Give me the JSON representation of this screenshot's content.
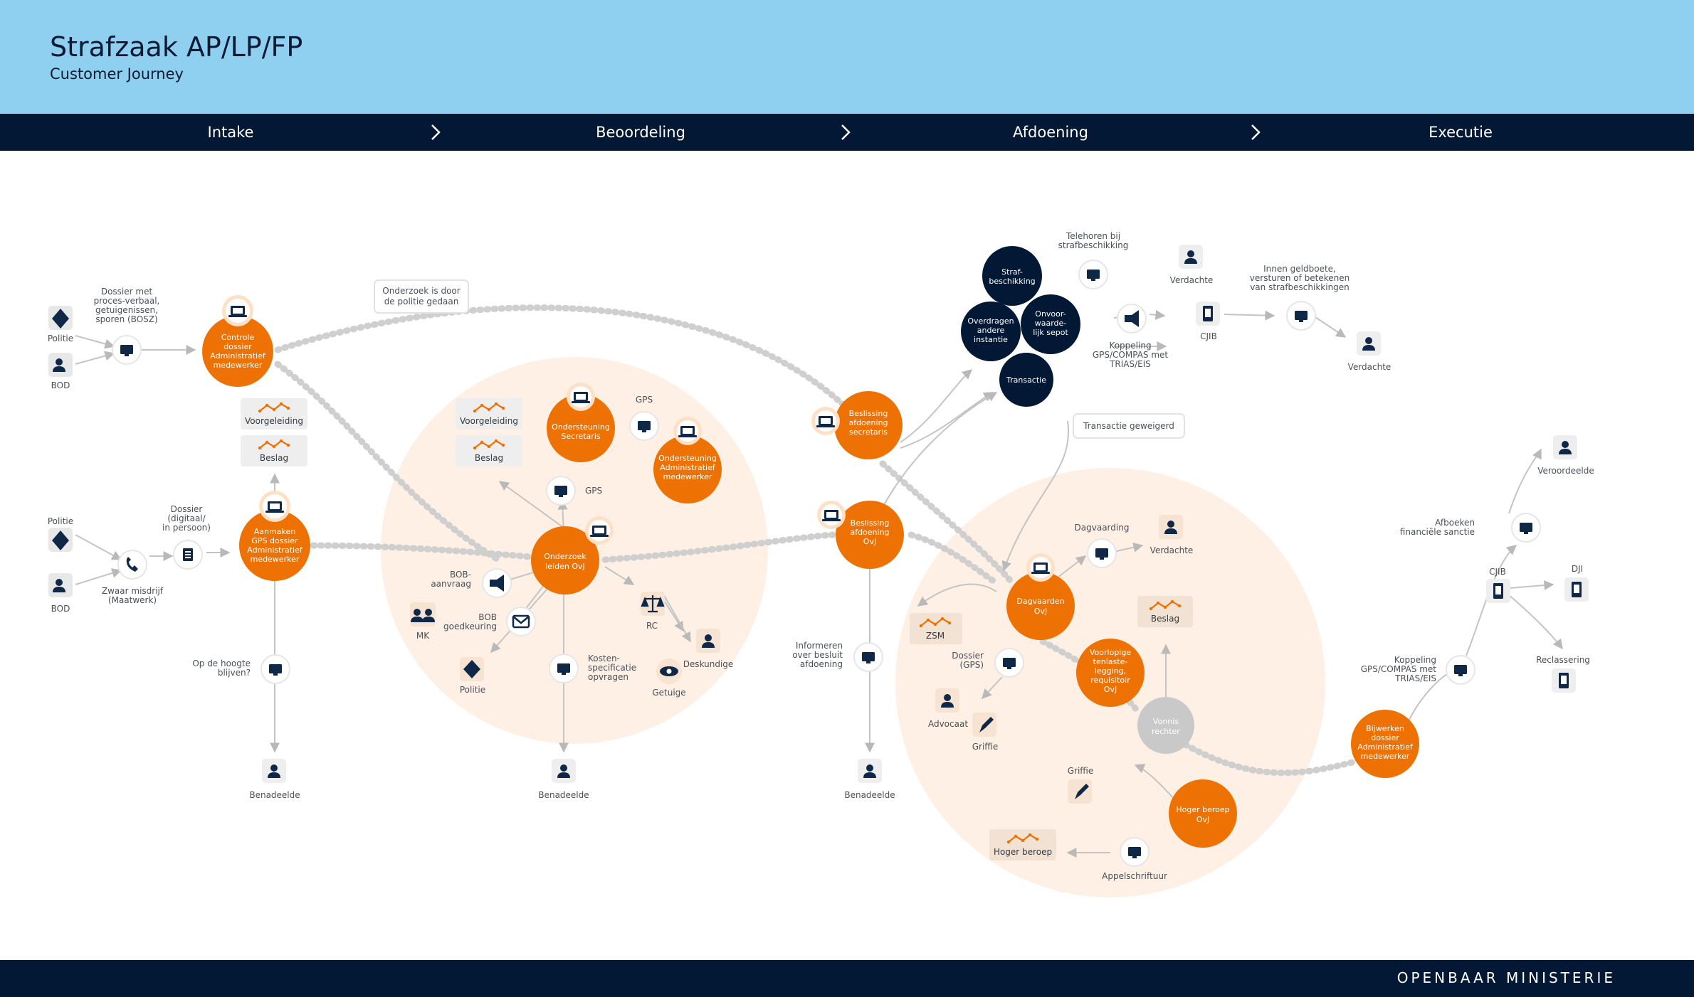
{
  "header": {
    "title": "Strafzaak AP/LP/FP",
    "subtitle": "Customer Journey"
  },
  "phases": [
    "Intake",
    "Beoordeling",
    "Afdoening",
    "Executie"
  ],
  "footer": {
    "brand": "OPENBAAR MINISTERIE"
  },
  "colors": {
    "orange": "#ee7203",
    "navy": "#031834",
    "sky": "#8fd0f1",
    "peach": "#fef0e4",
    "gray": "#c9c9c9"
  },
  "diagram": {
    "left": {
      "politie_1": "Politie",
      "bod_1": "BOD",
      "dossier_note": [
        "Dossier met",
        "proces-verbaal,",
        "getuigenissen,",
        "sporen (BOSZ)"
      ],
      "controle": [
        "Controle",
        "dossier",
        "Administratief",
        "medewerker"
      ],
      "voorgeleiding": "Voorgeleiding",
      "beslag": "Beslag",
      "politie_2": "Politie",
      "bod_2": "BOD",
      "zwaar": [
        "Zwaar misdrijf",
        "(Maatwerk)"
      ],
      "dossier_digitaal": [
        "Dossier",
        "(digitaal/",
        "in persoon)"
      ],
      "aanmaken": [
        "Aanmaken",
        "GPS dossier",
        "Administratief",
        "medewerker"
      ],
      "hoogte": [
        "Op de hoogte",
        "blijven?"
      ],
      "benadeelde": "Benadeelde"
    },
    "middle": {
      "callout": [
        "Onderzoek is door",
        "de politie gedaan"
      ],
      "voorgeleiding": "Voorgeleiding",
      "beslag": "Beslag",
      "ondersteuning_sec": [
        "Ondersteuning",
        "Secretaris"
      ],
      "gps_1": "GPS",
      "gps_2": "GPS",
      "ondersteuning_adm": [
        "Ondersteuning",
        "Administratief",
        "medewerker"
      ],
      "onderzoek": [
        "Onderzoek",
        "leiden OvJ"
      ],
      "bob_aanvraag": [
        "BOB-",
        "aanvraag"
      ],
      "bob_goedkeuring": [
        "BOB",
        "goedkeuring"
      ],
      "mk": "MK",
      "politie": "Politie",
      "kosten": [
        "Kosten-",
        "specificatie",
        "opvragen"
      ],
      "rc": "RC",
      "deskundige": "Deskundige",
      "getuige": "Getuige",
      "benadeelde": "Benadeelde"
    },
    "afdoening": {
      "beslissing_sec": [
        "Beslissing",
        "afdoening",
        "secretaris"
      ],
      "beslissing_ovj": [
        "Beslissing",
        "afdoening",
        "OvJ"
      ],
      "informeren": [
        "Informeren",
        "over besluit",
        "afdoening"
      ],
      "benadeelde": "Benadeelde",
      "strafbeschikking": [
        "Straf-",
        "beschikking"
      ],
      "overdragen": [
        "Overdragen",
        "andere",
        "instantie"
      ],
      "onvoorwaardelijk": [
        "Onvoor-",
        "waarde-",
        "lijk sepot"
      ],
      "transactie": "Transactie",
      "transactie_note": "Transactie geweigerd",
      "telehoren": [
        "Telehoren bij",
        "strafbeschikking"
      ],
      "verdachte_1": "Verdachte",
      "verdachte_2": "Verdachte",
      "koppeling": [
        "Koppeling",
        "GPS/COMPAS met",
        "TRIAS/EIS"
      ],
      "cjib": "CJIB",
      "innen": [
        "Innen geldboete,",
        "versturen of betekenen",
        "van strafbeschikkingen"
      ]
    },
    "rechtbank": {
      "dagvaarding_note": "Dagvaarding",
      "verdachte": "Verdachte",
      "dagvaarden": [
        "Dagvaarden",
        "OvJ"
      ],
      "zsm": "ZSM",
      "dossier_gps": [
        "Dossier",
        "(GPS)"
      ],
      "advocaat": "Advocaat",
      "griffie_1": "Griffie",
      "voorlopige": [
        "Voorlopige",
        "tenlaste-",
        "legging,",
        "requisitoir",
        "OvJ"
      ],
      "beslag": "Beslag",
      "vonnis": [
        "Vonnis",
        "rechter"
      ],
      "griffie_2": "Griffie",
      "hoger_beroep_ovj": [
        "Hoger beroep",
        "OvJ"
      ],
      "hoger_beroep": "Hoger beroep",
      "appelschriftuur": "Appelschriftuur"
    },
    "executie": {
      "bijwerken": [
        "Bijwerken",
        "dossier",
        "Administratief",
        "medewerker"
      ],
      "koppeling": [
        "Koppeling",
        "GPS/COMPAS met",
        "TRIAS/EIS"
      ],
      "cjib": "CJIB",
      "afboeken": [
        "Afboeken",
        "financiële sanctie"
      ],
      "veroordeelde": "Veroordeelde",
      "dji": "DJI",
      "reclassering": "Reclassering"
    }
  }
}
